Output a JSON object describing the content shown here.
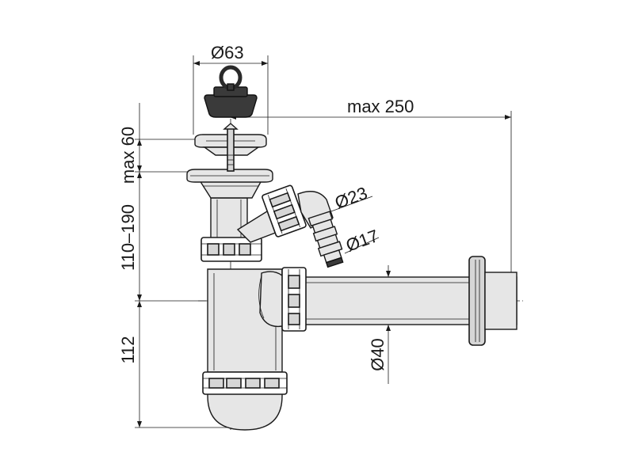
{
  "dimensions": {
    "strainer_diameter": "Ø63",
    "max_length": "max 250",
    "top_height": "max 60",
    "mid_height": "110–190",
    "bottom_height": "112",
    "hose_diameter_1": "Ø23",
    "hose_diameter_2": "Ø17",
    "outlet_diameter": "Ø40"
  }
}
